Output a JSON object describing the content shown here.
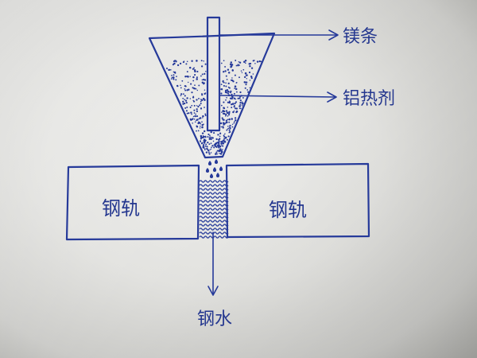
{
  "labels": {
    "magnesium_strip": "镁条",
    "thermite": "铝热剂",
    "rail_left": "钢轨",
    "rail_right": "钢轨",
    "molten_steel": "钢水"
  },
  "colors": {
    "ink": "#263a9a",
    "paper": "#e4e4e1"
  }
}
